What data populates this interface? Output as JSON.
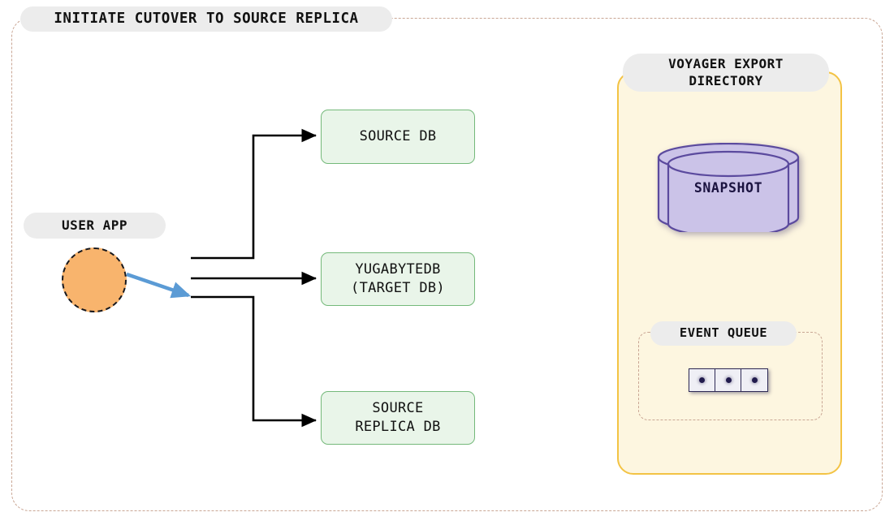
{
  "diagram": {
    "title": "INITIATE CUTOVER TO SOURCE REPLICA",
    "actor": {
      "label": "USER APP",
      "shape": "circle",
      "color": "#f8b46d"
    },
    "databases": [
      {
        "id": "source-db",
        "label": "SOURCE DB"
      },
      {
        "id": "yugabytedb-target",
        "label": "YUGABYTEDB\n(TARGET DB)"
      },
      {
        "id": "source-replica-db",
        "label": "SOURCE\nREPLICA DB"
      }
    ],
    "voyager": {
      "title": "VOYAGER EXPORT\nDIRECTORY",
      "title_line1": "VOYAGER EXPORT",
      "title_line2": "DIRECTORY",
      "panel_color": "#fdf6e0",
      "panel_border_color": "#f3c344",
      "snapshot": {
        "label": "SNAPSHOT",
        "shape": "cylinder",
        "color": "#cbc3e8",
        "border_color": "#5b4a9e"
      },
      "event_queue": {
        "label": "EVENT QUEUE",
        "cells": 3,
        "cell_marker": "event-dot"
      }
    },
    "colors": {
      "frame_dash": "#c9a694",
      "db_fill": "#e9f5e9",
      "db_border": "#74b97a",
      "pill_fill": "#ececec",
      "connector": "#000000",
      "active_connector": "#5b9bd5"
    }
  }
}
